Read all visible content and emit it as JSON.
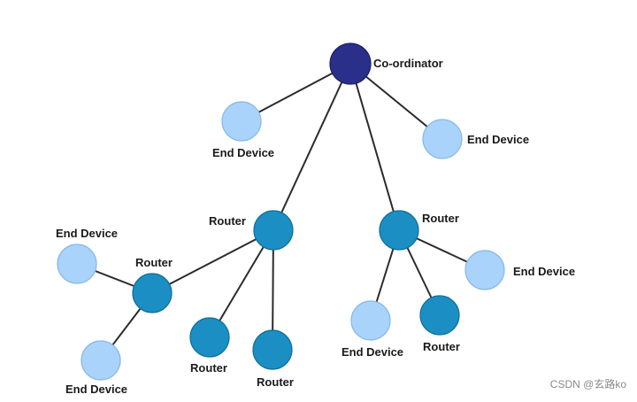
{
  "diagram": {
    "nodes": [
      {
        "id": "coord",
        "type": "coordinator",
        "label": "Co-ordinator"
      },
      {
        "id": "end_top_left",
        "type": "end",
        "label": "End Device"
      },
      {
        "id": "end_top_right",
        "type": "end",
        "label": "End Device"
      },
      {
        "id": "router_mid_left",
        "type": "router",
        "label": "Router"
      },
      {
        "id": "router_mid_right",
        "type": "router",
        "label": "Router"
      },
      {
        "id": "router_left",
        "type": "router",
        "label": "Router"
      },
      {
        "id": "end_left_top",
        "type": "end",
        "label": "End Device"
      },
      {
        "id": "end_left_bottom",
        "type": "end",
        "label": "End Device"
      },
      {
        "id": "router_bottom_1",
        "type": "router",
        "label": "Router"
      },
      {
        "id": "router_bottom_2",
        "type": "router",
        "label": "Router"
      },
      {
        "id": "end_right_bottom_1",
        "type": "end",
        "label": "End Device"
      },
      {
        "id": "router_right_bottom_2",
        "type": "router",
        "label": "Router"
      },
      {
        "id": "end_right_far",
        "type": "end",
        "label": "End Device"
      }
    ],
    "edges": [
      [
        "coord",
        "end_top_left"
      ],
      [
        "coord",
        "end_top_right"
      ],
      [
        "coord",
        "router_mid_left"
      ],
      [
        "coord",
        "router_mid_right"
      ],
      [
        "router_mid_left",
        "router_left"
      ],
      [
        "router_mid_left",
        "router_bottom_1"
      ],
      [
        "router_mid_left",
        "router_bottom_2"
      ],
      [
        "router_left",
        "end_left_top"
      ],
      [
        "router_left",
        "end_left_bottom"
      ],
      [
        "router_mid_right",
        "end_right_bottom_1"
      ],
      [
        "router_mid_right",
        "router_right_bottom_2"
      ],
      [
        "router_mid_right",
        "end_right_far"
      ]
    ],
    "colors": {
      "coordinator": "#2a2f8a",
      "router": "#1b8fc3",
      "end": "#a9d3fb",
      "edge": "#2b2b2b"
    }
  },
  "watermark": "CSDN @玄路ko"
}
